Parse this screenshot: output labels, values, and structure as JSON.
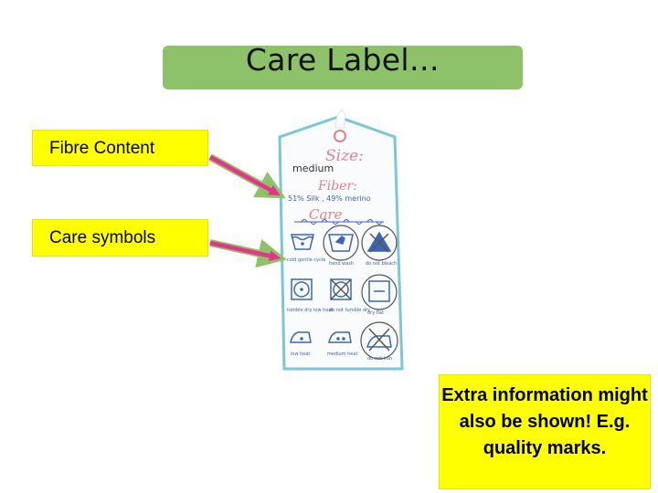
{
  "slide": {
    "title": "Care Label…",
    "callouts": {
      "fibre": "Fibre Content",
      "care": "Care symbols",
      "extra": "Extra information might also be shown! E.g. quality marks."
    }
  },
  "tag": {
    "size_heading": "Size:",
    "size_value": "medium",
    "fiber_heading": "Fiber:",
    "fiber_value": "51% Silk , 49% merino",
    "care_heading": "Care",
    "symbols": [
      {
        "label": "cold gentle cycle",
        "icon": "wash-tub-icon"
      },
      {
        "label": "hand wash",
        "icon": "hand-wash-icon"
      },
      {
        "label": "do not bleach",
        "icon": "no-bleach-icon"
      },
      {
        "label": "tumble dry low heat",
        "icon": "tumble-dry-icon"
      },
      {
        "label": "do not tumble dry",
        "icon": "no-tumble-dry-icon"
      },
      {
        "label": "dry flat",
        "icon": "dry-flat-icon"
      },
      {
        "label": "low heat",
        "icon": "iron-low-icon"
      },
      {
        "label": "medium heat",
        "icon": "iron-medium-icon"
      },
      {
        "label": "do not iron",
        "icon": "no-iron-icon"
      }
    ]
  },
  "colors": {
    "title_bg": "#8dc26a",
    "callout_bg": "#ffff00",
    "arrow_shaft": "#e8338a",
    "arrow_border": "#8dc26a",
    "tag_border": "#7cc6d8",
    "ink_blue": "#3b66b7",
    "ink_pink": "#e57f8c"
  }
}
